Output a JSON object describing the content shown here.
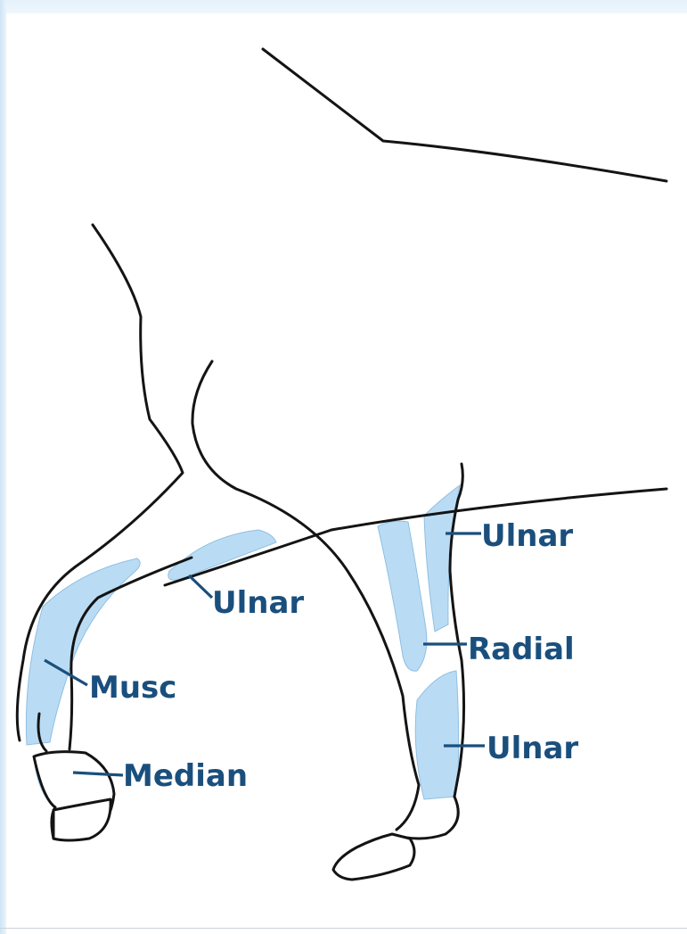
{
  "labels": {
    "ulnar_forearm": "Ulnar",
    "musc": "Musc",
    "median": "Median",
    "ulnar_upper": "Ulnar",
    "radial": "Radial",
    "ulnar_lower": "Ulnar"
  },
  "colors": {
    "zone_fill": "#b9dcf4",
    "label_text": "#1a4f7d",
    "outline": "#141414"
  }
}
